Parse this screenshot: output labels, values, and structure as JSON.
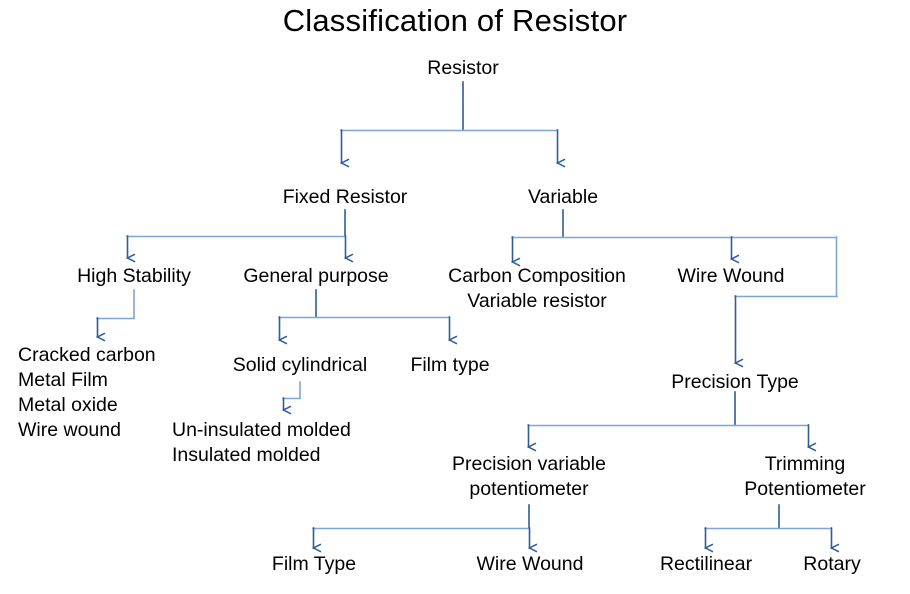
{
  "title": "Classification of Resistor",
  "colors": {
    "line_dark": "#2E5C9A",
    "line_light": "#7FA6D3",
    "text": "#000000",
    "background": "#FFFFFF"
  },
  "diagram": {
    "type": "tree",
    "root": "Resistor",
    "nodes": [
      {
        "id": "resistor",
        "label": "Resistor",
        "level": 0
      },
      {
        "id": "fixed-resistor",
        "label": "Fixed Resistor",
        "level": 1,
        "parent": "resistor"
      },
      {
        "id": "variable",
        "label": "Variable",
        "level": 1,
        "parent": "resistor"
      },
      {
        "id": "high-stability",
        "label": "High Stability",
        "level": 2,
        "parent": "fixed-resistor"
      },
      {
        "id": "general-purpose",
        "label": "General purpose",
        "level": 2,
        "parent": "fixed-resistor"
      },
      {
        "id": "carbon-composition",
        "label": "Carbon Composition\nVariable resistor",
        "level": 2,
        "parent": "variable"
      },
      {
        "id": "wire-wound-var",
        "label": "Wire Wound",
        "level": 2,
        "parent": "variable"
      },
      {
        "id": "high-stability-list",
        "label": "Cracked carbon\nMetal Film\nMetal oxide\nWire wound",
        "level": 3,
        "parent": "high-stability"
      },
      {
        "id": "solid-cylindrical",
        "label": "Solid cylindrical",
        "level": 3,
        "parent": "general-purpose"
      },
      {
        "id": "film-type-gp",
        "label": "Film type",
        "level": 3,
        "parent": "general-purpose"
      },
      {
        "id": "molded-list",
        "label": "Un-insulated molded\nInsulated molded",
        "level": 4,
        "parent": "solid-cylindrical"
      },
      {
        "id": "precision-type",
        "label": "Precision Type",
        "level": 3,
        "parent": "wire-wound-var"
      },
      {
        "id": "precision-variable",
        "label": "Precision variable\npotentiometer",
        "level": 4,
        "parent": "precision-type"
      },
      {
        "id": "trimming-pot",
        "label": "Trimming\nPotentiometer",
        "level": 4,
        "parent": "precision-type"
      },
      {
        "id": "film-type-pv",
        "label": "Film Type",
        "level": 5,
        "parent": "precision-variable"
      },
      {
        "id": "wire-wound-pv",
        "label": "Wire Wound",
        "level": 5,
        "parent": "precision-variable"
      },
      {
        "id": "rectilinear",
        "label": "Rectilinear",
        "level": 5,
        "parent": "trimming-pot"
      },
      {
        "id": "rotary",
        "label": "Rotary",
        "level": 5,
        "parent": "trimming-pot"
      }
    ],
    "edges": [
      {
        "from": "resistor",
        "to": "fixed-resistor"
      },
      {
        "from": "resistor",
        "to": "variable"
      },
      {
        "from": "fixed-resistor",
        "to": "high-stability"
      },
      {
        "from": "fixed-resistor",
        "to": "general-purpose"
      },
      {
        "from": "variable",
        "to": "carbon-composition"
      },
      {
        "from": "variable",
        "to": "wire-wound-var"
      },
      {
        "from": "high-stability",
        "to": "high-stability-list"
      },
      {
        "from": "general-purpose",
        "to": "solid-cylindrical"
      },
      {
        "from": "general-purpose",
        "to": "film-type-gp"
      },
      {
        "from": "solid-cylindrical",
        "to": "molded-list"
      },
      {
        "from": "wire-wound-var",
        "to": "precision-type"
      },
      {
        "from": "precision-type",
        "to": "precision-variable"
      },
      {
        "from": "precision-type",
        "to": "trimming-pot"
      },
      {
        "from": "precision-variable",
        "to": "film-type-pv"
      },
      {
        "from": "precision-variable",
        "to": "wire-wound-pv"
      },
      {
        "from": "trimming-pot",
        "to": "rectilinear"
      },
      {
        "from": "trimming-pot",
        "to": "rotary"
      }
    ]
  },
  "labels": {
    "resistor": "Resistor",
    "fixed_resistor": "Fixed Resistor",
    "variable": "Variable",
    "high_stability": "High Stability",
    "general_purpose": "General purpose",
    "carbon_composition": "Carbon Composition\nVariable resistor",
    "wire_wound_variable": "Wire Wound",
    "high_stability_list": "Cracked carbon\nMetal Film\nMetal oxide\nWire wound",
    "solid_cylindrical": "Solid cylindrical",
    "film_type_general": "Film type",
    "molded_list": "Un-insulated molded\nInsulated molded",
    "precision_type": "Precision Type",
    "precision_variable_potentiometer": "Precision variable\npotentiometer",
    "trimming_potentiometer": "Trimming\nPotentiometer",
    "film_type_precision": "Film Type",
    "wire_wound_precision": "Wire Wound",
    "rectilinear": "Rectilinear",
    "rotary": "Rotary"
  }
}
